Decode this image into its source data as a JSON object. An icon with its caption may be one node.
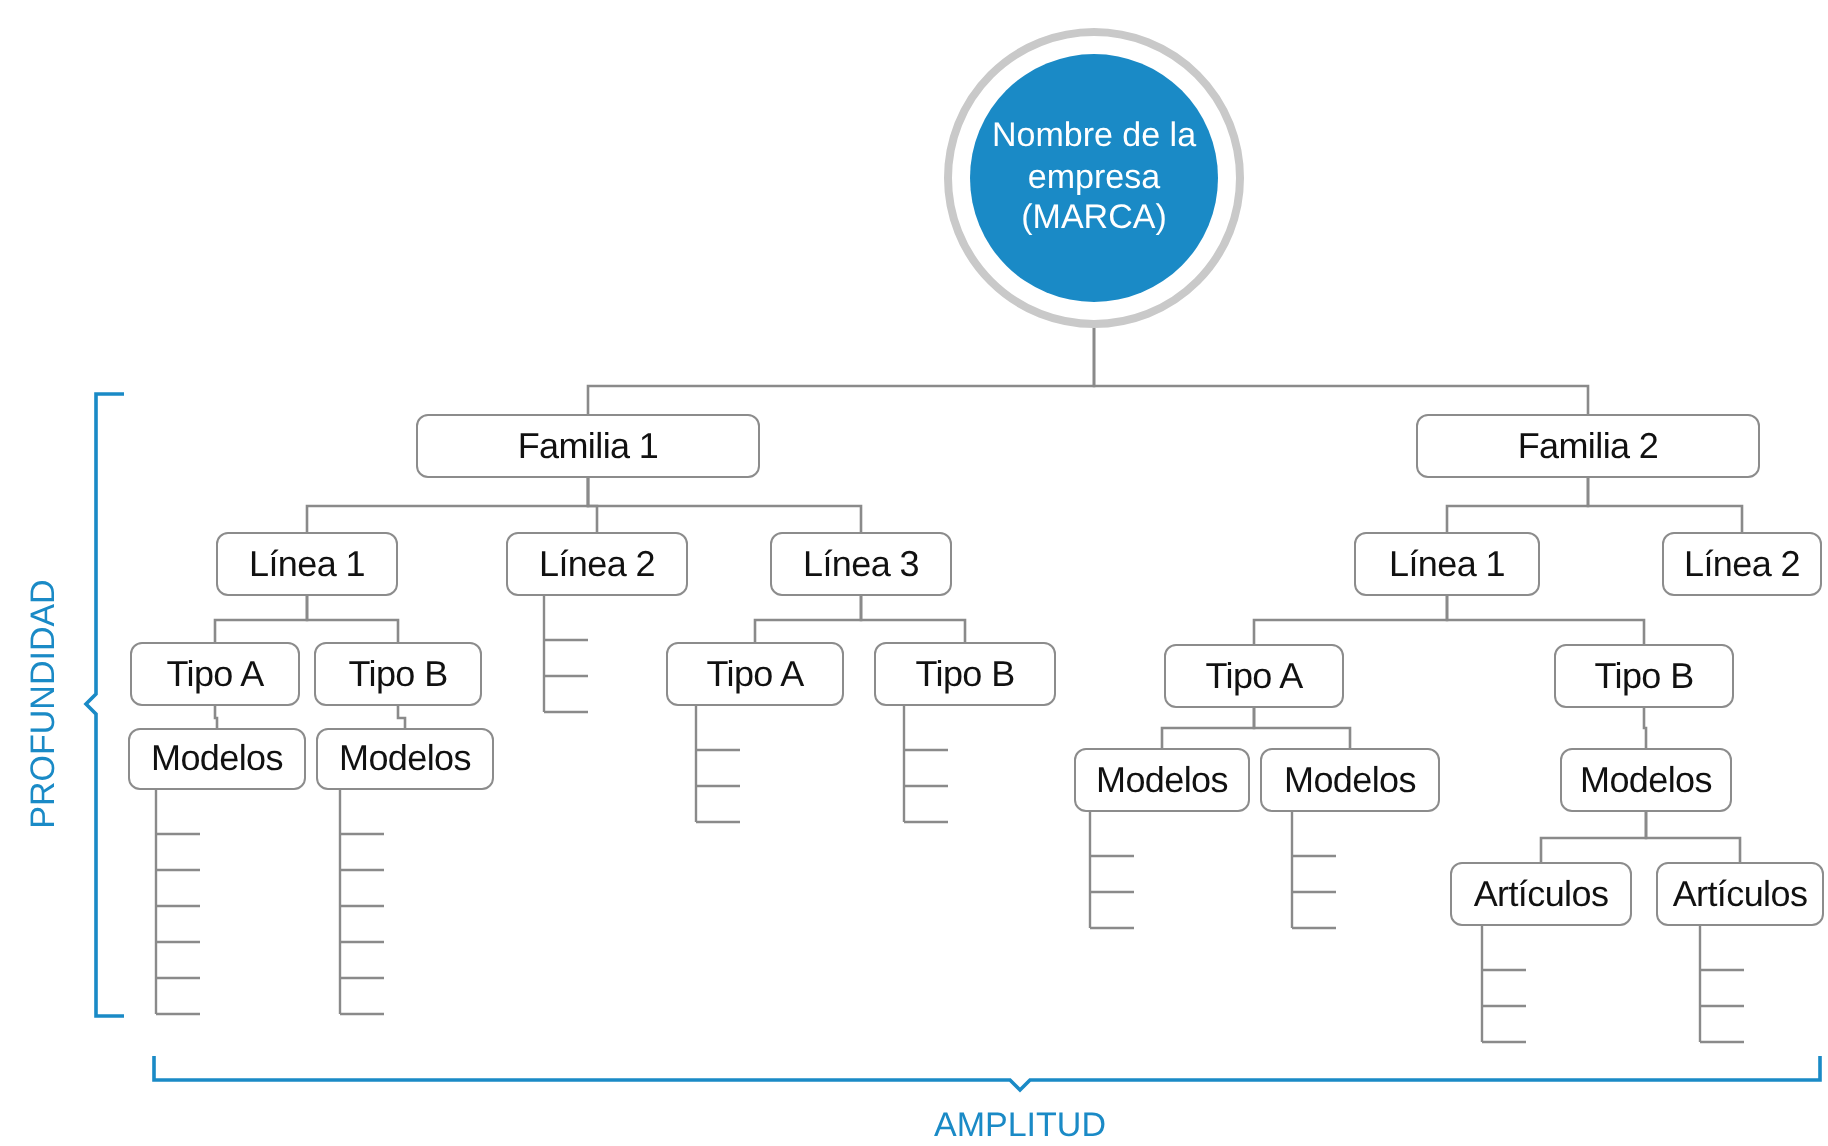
{
  "diagram": {
    "nodes": [
      {
        "text": [
          "Nombre de la empresa (MARCA)"
        ]
      },
      {
        "text": [
          "Familia 1"
        ]
      },
      {
        "text": [
          "Familia 2"
        ]
      },
      {
        "text": [
          "Línea 1"
        ]
      },
      {
        "text": [
          "Línea 2"
        ]
      },
      {
        "text": [
          "Línea 3"
        ]
      },
      {
        "text": [
          "Línea 1"
        ]
      },
      {
        "text": [
          "Línea 2"
        ]
      },
      {
        "text": [
          "Tipo A"
        ]
      },
      {
        "text": [
          "Tipo B"
        ]
      },
      {
        "text": [
          "Tipo A"
        ]
      },
      {
        "text": [
          "Tipo B"
        ]
      },
      {
        "text": [
          "Tipo A"
        ]
      },
      {
        "text": [
          "Tipo B"
        ]
      },
      {
        "text": [
          "Modelos"
        ]
      },
      {
        "text": [
          "Modelos"
        ]
      },
      {
        "text": [
          "Modelos"
        ]
      },
      {
        "text": [
          "Modelos"
        ]
      },
      {
        "text": [
          "Modelos"
        ]
      },
      {
        "text": [
          "Artículos"
        ]
      },
      {
        "text": [
          "Artículos"
        ]
      }
    ],
    "edges": [
      {
        "from": 0,
        "to": 1,
        "arrow": "none"
      },
      {
        "from": 0,
        "to": 2,
        "arrow": "none"
      },
      {
        "from": 1,
        "to": 3,
        "arrow": "none"
      },
      {
        "from": 1,
        "to": 4,
        "arrow": "none"
      },
      {
        "from": 1,
        "to": 5,
        "arrow": "none"
      },
      {
        "from": 2,
        "to": 6,
        "arrow": "none"
      },
      {
        "from": 2,
        "to": 7,
        "arrow": "none"
      },
      {
        "from": 3,
        "to": 8,
        "arrow": "none"
      },
      {
        "from": 3,
        "to": 9,
        "arrow": "none"
      },
      {
        "from": 5,
        "to": 10,
        "arrow": "none"
      },
      {
        "from": 5,
        "to": 11,
        "arrow": "none"
      },
      {
        "from": 6,
        "to": 12,
        "arrow": "none"
      },
      {
        "from": 6,
        "to": 13,
        "arrow": "none"
      },
      {
        "from": 8,
        "to": 14,
        "arrow": "none"
      },
      {
        "from": 9,
        "to": 15,
        "arrow": "none"
      },
      {
        "from": 12,
        "to": 16,
        "arrow": "none"
      },
      {
        "from": 12,
        "to": 17,
        "arrow": "none"
      },
      {
        "from": 13,
        "to": 18,
        "arrow": "none"
      },
      {
        "from": 18,
        "to": 19,
        "arrow": "none"
      },
      {
        "from": 18,
        "to": 20,
        "arrow": "none"
      }
    ],
    "labels": [
      "PROFUNDIDAD",
      "AMPLITUD"
    ]
  }
}
